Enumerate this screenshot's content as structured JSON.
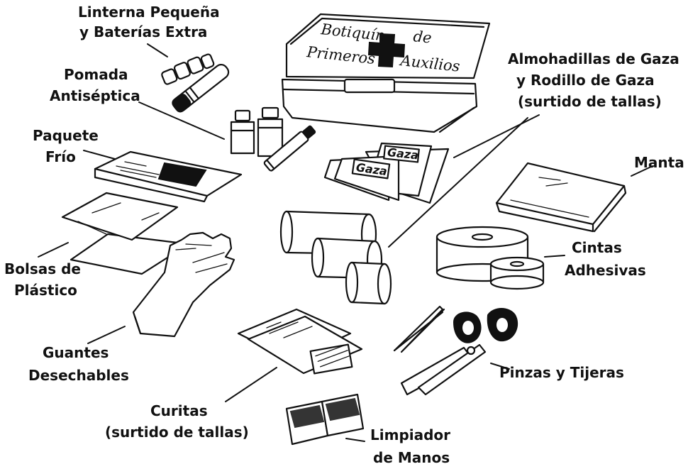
{
  "kit_box": {
    "line1": "Botiquín",
    "line1b": "de",
    "line2a": "Primeros",
    "line2b": "Auxilios"
  },
  "gauze_pack_text": "Gaza",
  "labels": {
    "flashlight": [
      "Linterna Pequeña",
      "y Baterías Extra"
    ],
    "ointment": [
      "Pomada",
      "Antiséptica"
    ],
    "cold_pack": [
      "Paquete",
      "Frío"
    ],
    "gauze": [
      "Almohadillas de Gaza",
      "y Rodillo de Gaza",
      "(surtido de tallas)"
    ],
    "blanket": [
      "Manta"
    ],
    "tapes": [
      "Cintas",
      "Adhesivas"
    ],
    "plastic_bags": [
      "Bolsas de",
      "Plástico"
    ],
    "gloves": [
      "Guantes",
      "Desechables"
    ],
    "tweezers_scissors": [
      "Pinzas y Tijeras"
    ],
    "bandaids": [
      "Curitas",
      "(surtido de tallas)"
    ],
    "hand_cleaner": [
      "Limpiador",
      "de Manos"
    ]
  },
  "colors": {
    "ink": "#111111",
    "paper": "#ffffff"
  }
}
